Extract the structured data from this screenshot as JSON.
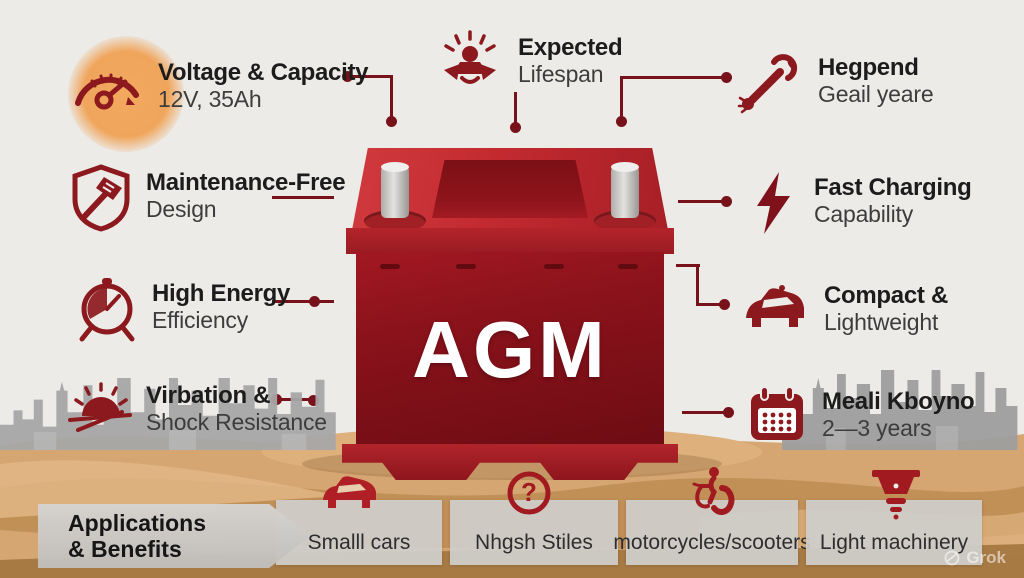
{
  "battery": {
    "label": "AGM"
  },
  "features": [
    {
      "icon": "gauge-icon",
      "title": "Voltage & Capacity",
      "subtitle": "12V, 35Ah"
    },
    {
      "icon": "shield-hammer-icon",
      "title": "Maintenance-Free",
      "subtitle": "Design"
    },
    {
      "icon": "alarm-clock-icon",
      "title": "High Energy",
      "subtitle": "Efficiency"
    },
    {
      "icon": "sun-icon",
      "title": "Virbation &",
      "subtitle": "Shock Resistance"
    },
    {
      "icon": "lifespan-icon",
      "title": "Expected",
      "subtitle": "Lifespan"
    },
    {
      "icon": "wrench-icon",
      "title": "Hegpend",
      "subtitle": "Geail yeare"
    },
    {
      "icon": "lightning-icon",
      "title": "Fast Charging",
      "subtitle": "Capability"
    },
    {
      "icon": "car-icon",
      "title": "Compact &",
      "subtitle": "Lightweight"
    },
    {
      "icon": "calendar-icon",
      "title": "Meali Kboyno",
      "subtitle": "2—3 years"
    }
  ],
  "applications": {
    "banner_line1": "Applications",
    "banner_line2": "& Benefits",
    "items": [
      {
        "icon": "small-car-icon",
        "label": "Smalll cars"
      },
      {
        "icon": "question-icon",
        "label": "Nhgsh Stiles"
      },
      {
        "icon": "scooter-icon",
        "label": "motorcycles/scooters"
      },
      {
        "icon": "machinery-icon",
        "label": "Light machinery"
      }
    ]
  },
  "watermark": {
    "brand": "Grok"
  },
  "colors": {
    "accent_maroon": "#8c191d",
    "connector": "#77121b",
    "battery_red": "#c22a30",
    "battery_dark": "#6d0c13",
    "orange_blob": "#f0a55c",
    "sand": "#d5a672",
    "background": "#ecebe8",
    "skyline_gray": "#a7a7a7"
  }
}
